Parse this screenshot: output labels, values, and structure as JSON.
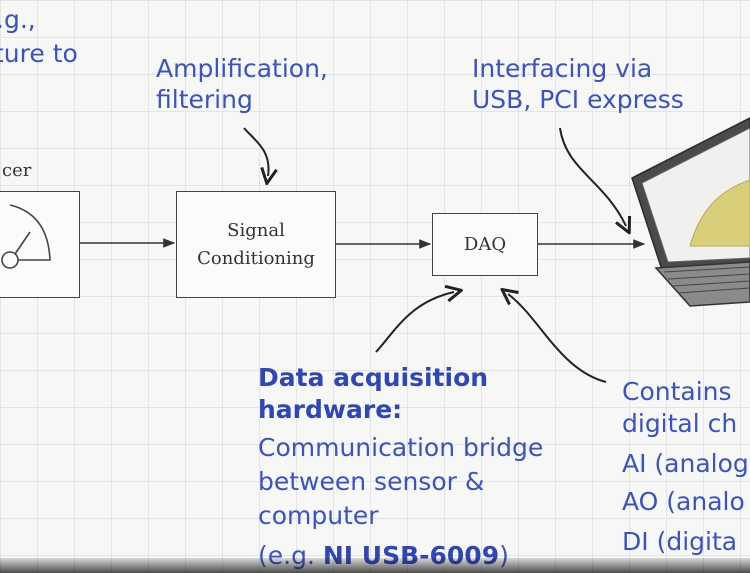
{
  "notes": {
    "topleft_line1": ".g.,",
    "topleft_line2": "ture to",
    "amplification_line1": "Amplification,",
    "amplification_line2": "filtering",
    "interfacing_line1": "Interfacing via",
    "interfacing_line2": "USB, PCI express",
    "daq_title_line1": "Data acquisition",
    "daq_title_line2": "hardware:",
    "daq_desc_line1": "Communication bridge",
    "daq_desc_line2": "between sensor &",
    "daq_desc_line3": "computer",
    "daq_example_prefix": "(e.g. ",
    "daq_example_bold": "NI USB-6009",
    "daq_example_suffix": ")",
    "contains_line1": "Contains",
    "contains_line2": "digital ch",
    "channel_ai": "AI (analog",
    "channel_ao": "AO (analo",
    "channel_di": "DI (digita"
  },
  "blocks": {
    "sensor_label": "cer",
    "signal_line1": "Signal",
    "signal_line2": "Conditioning",
    "daq": "DAQ"
  },
  "colors": {
    "annotation": "#3a53c4",
    "diagram_stroke": "#444444"
  }
}
